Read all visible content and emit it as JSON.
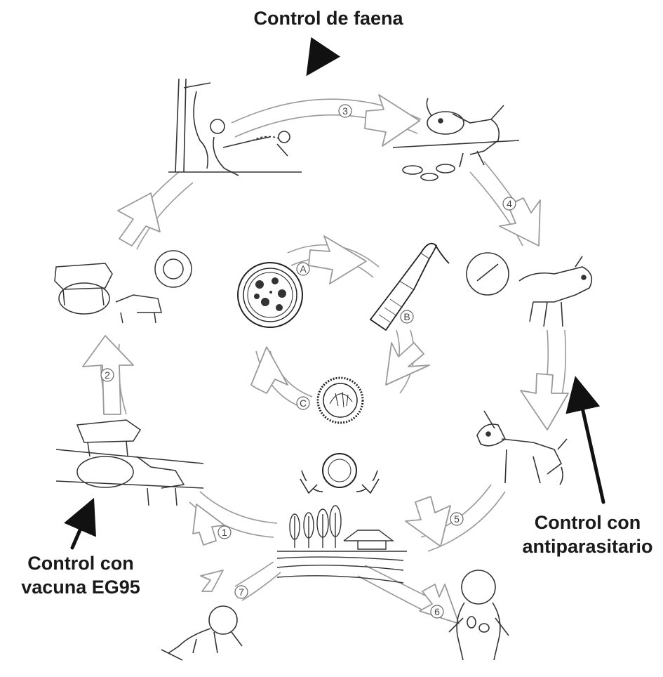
{
  "labels": {
    "faena": "Control de faena",
    "antiparasitario": [
      "Control con",
      "antiparasitario"
    ],
    "vacuna": [
      "Control con",
      "vacuna EG95"
    ]
  },
  "outer_steps": [
    "1",
    "2",
    "3",
    "4",
    "5",
    "6",
    "7"
  ],
  "inner_steps": [
    "A",
    "B",
    "C"
  ]
}
